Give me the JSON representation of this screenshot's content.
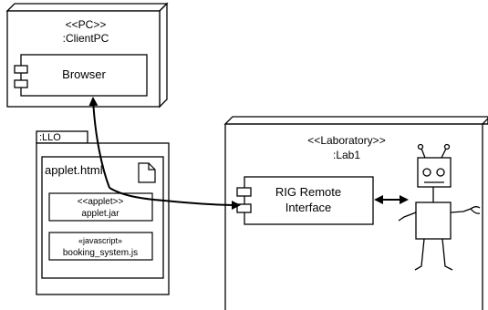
{
  "client_node": {
    "stereotype": "<<PC>>",
    "name": ":ClientPC",
    "component": "Browser"
  },
  "llo_package": {
    "tab_label": ":LLO",
    "artifact": "applet.html",
    "applet": {
      "stereotype": "<<applet>>",
      "file": "applet.jar"
    },
    "script": {
      "stereotype": "«javascript»",
      "file": "booking_system.js"
    }
  },
  "lab_node": {
    "stereotype": "<<Laboratory>>",
    "name": ":Lab1",
    "component_line1": "RIG Remote",
    "component_line2": "Interface"
  }
}
